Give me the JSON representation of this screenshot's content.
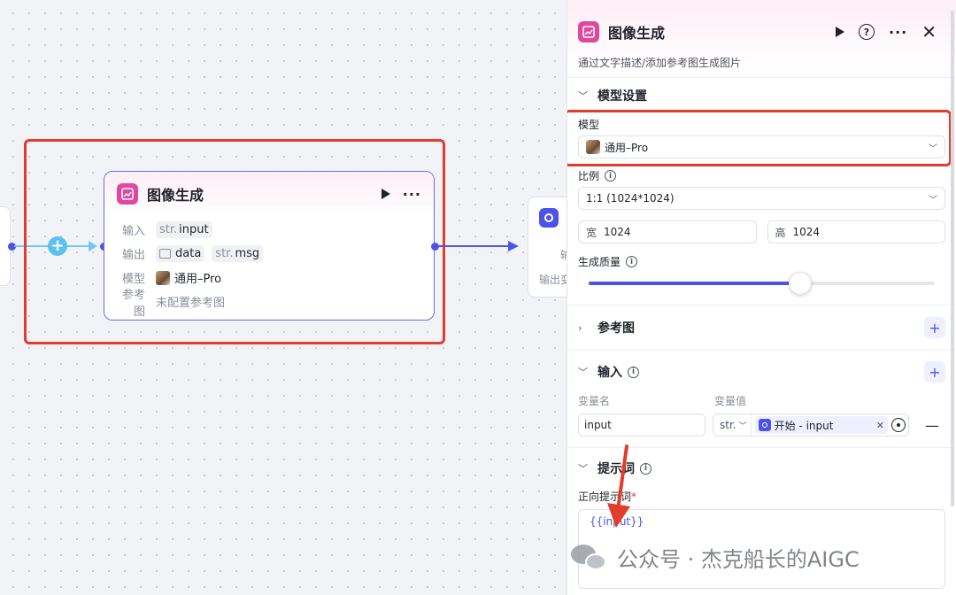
{
  "node": {
    "title": "图像生成",
    "input_label": "输入",
    "input_type": "str.",
    "input_name": "input",
    "output_label": "输出",
    "output_1_name": "data",
    "output_2_type": "str.",
    "output_2_name": "msg",
    "model_label": "模型",
    "model_value": "通用–Pro",
    "ref_label": "参考图",
    "ref_value": "未配置参考图"
  },
  "next_node": {
    "text1": "输",
    "text2": "输出变"
  },
  "panel": {
    "title": "图像生成",
    "description": "通过文字描述/添加参考图生成图片",
    "model_section": {
      "title": "模型设置",
      "model_label": "模型",
      "model_value": "通用–Pro",
      "ratio_label": "比例",
      "ratio_value": "1:1 (1024*1024)",
      "width_key": "宽",
      "width_value": "1024",
      "height_key": "高",
      "height_value": "1024",
      "quality_label": "生成质量",
      "quality_fraction": 0.61
    },
    "ref_section": {
      "title": "参考图"
    },
    "input_section": {
      "title": "输入",
      "col_name": "变量名",
      "col_value": "变量值",
      "var_name": "input",
      "var_type": "str.",
      "ref_source": "开始 - input"
    },
    "prompt_section": {
      "title": "提示词",
      "positive_label": "正向提示词",
      "required_mark": "*",
      "positive_value": "{{input}}"
    }
  },
  "watermark": {
    "text": "公众号 · 杰克船长的AIGC"
  },
  "colors": {
    "accent": "#4d53e8",
    "highlight": "#e23c2c",
    "node_icon": "#e0489f"
  }
}
